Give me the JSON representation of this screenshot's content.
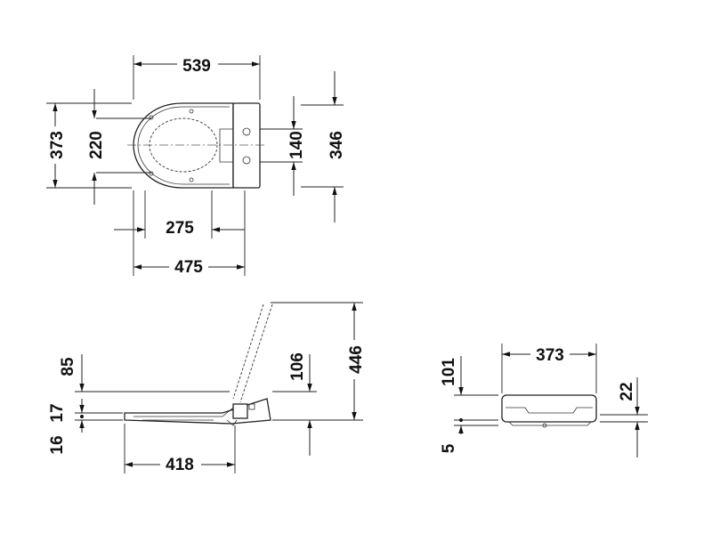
{
  "top_view": {
    "width_overall": "539",
    "depth_overall": "373",
    "inner_depth": "220",
    "hinge_spacing": "140",
    "depth_to_hinge": "346",
    "hinge_offset": "275",
    "length_to_hinge": "475"
  },
  "side_view": {
    "lid_height": "85",
    "seat_thickness_upper": "17",
    "seat_thickness_lower": "16",
    "seat_length": "418",
    "hinge_height": "106",
    "open_height": "446"
  },
  "front_view": {
    "width": "373",
    "height_top": "101",
    "height_right": "22",
    "foot_height": "5"
  }
}
